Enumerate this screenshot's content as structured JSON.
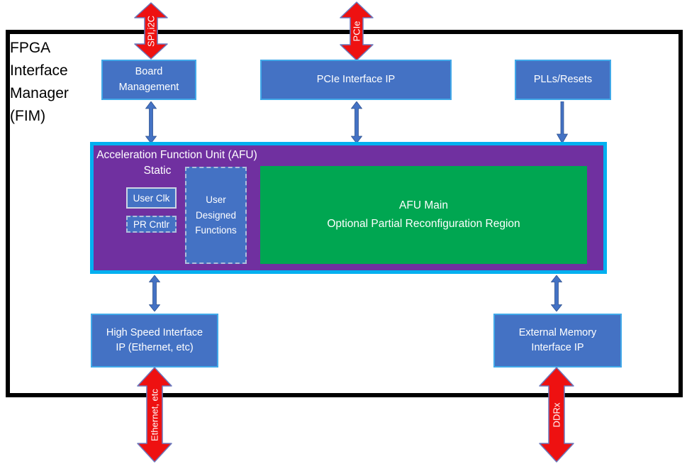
{
  "title_lines": [
    "FPGA",
    "Interface",
    "Manager",
    "(FIM)"
  ],
  "arrows": {
    "spi": "SPI,i2C",
    "pcie": "PCIe",
    "ethernet": "Ethernet, etc",
    "ddrx": "DDRx"
  },
  "blocks": {
    "board_management": {
      "lines": [
        "Board",
        "Management"
      ]
    },
    "pcie_interface": {
      "lines": [
        "PCIe Interface IP"
      ]
    },
    "plls_resets": {
      "lines": [
        "PLLs/Resets"
      ]
    },
    "afu": {
      "title": "Acceleration Function Unit (AFU)",
      "subtitle": "Static"
    },
    "user_clk": {
      "label": "User Clk"
    },
    "pr_cntlr": {
      "label": "PR Cntlr"
    },
    "user_designed_functions": {
      "lines": [
        "User",
        "Designed",
        "Functions"
      ]
    },
    "afu_main": {
      "lines": [
        "AFU Main",
        "Optional Partial Reconfiguration Region"
      ]
    },
    "high_speed_interface": {
      "lines": [
        "High Speed Interface",
        "IP (Ethernet, etc)"
      ]
    },
    "external_memory": {
      "lines": [
        "External Memory",
        "Interface IP"
      ]
    }
  },
  "colors": {
    "blue_fill": "#4472C4",
    "blue_border": "#41A8E8",
    "purple": "#7030A0",
    "cyan": "#00B0F0",
    "green": "#00A651",
    "red": "#EE1111",
    "connector": "#4472C4"
  }
}
